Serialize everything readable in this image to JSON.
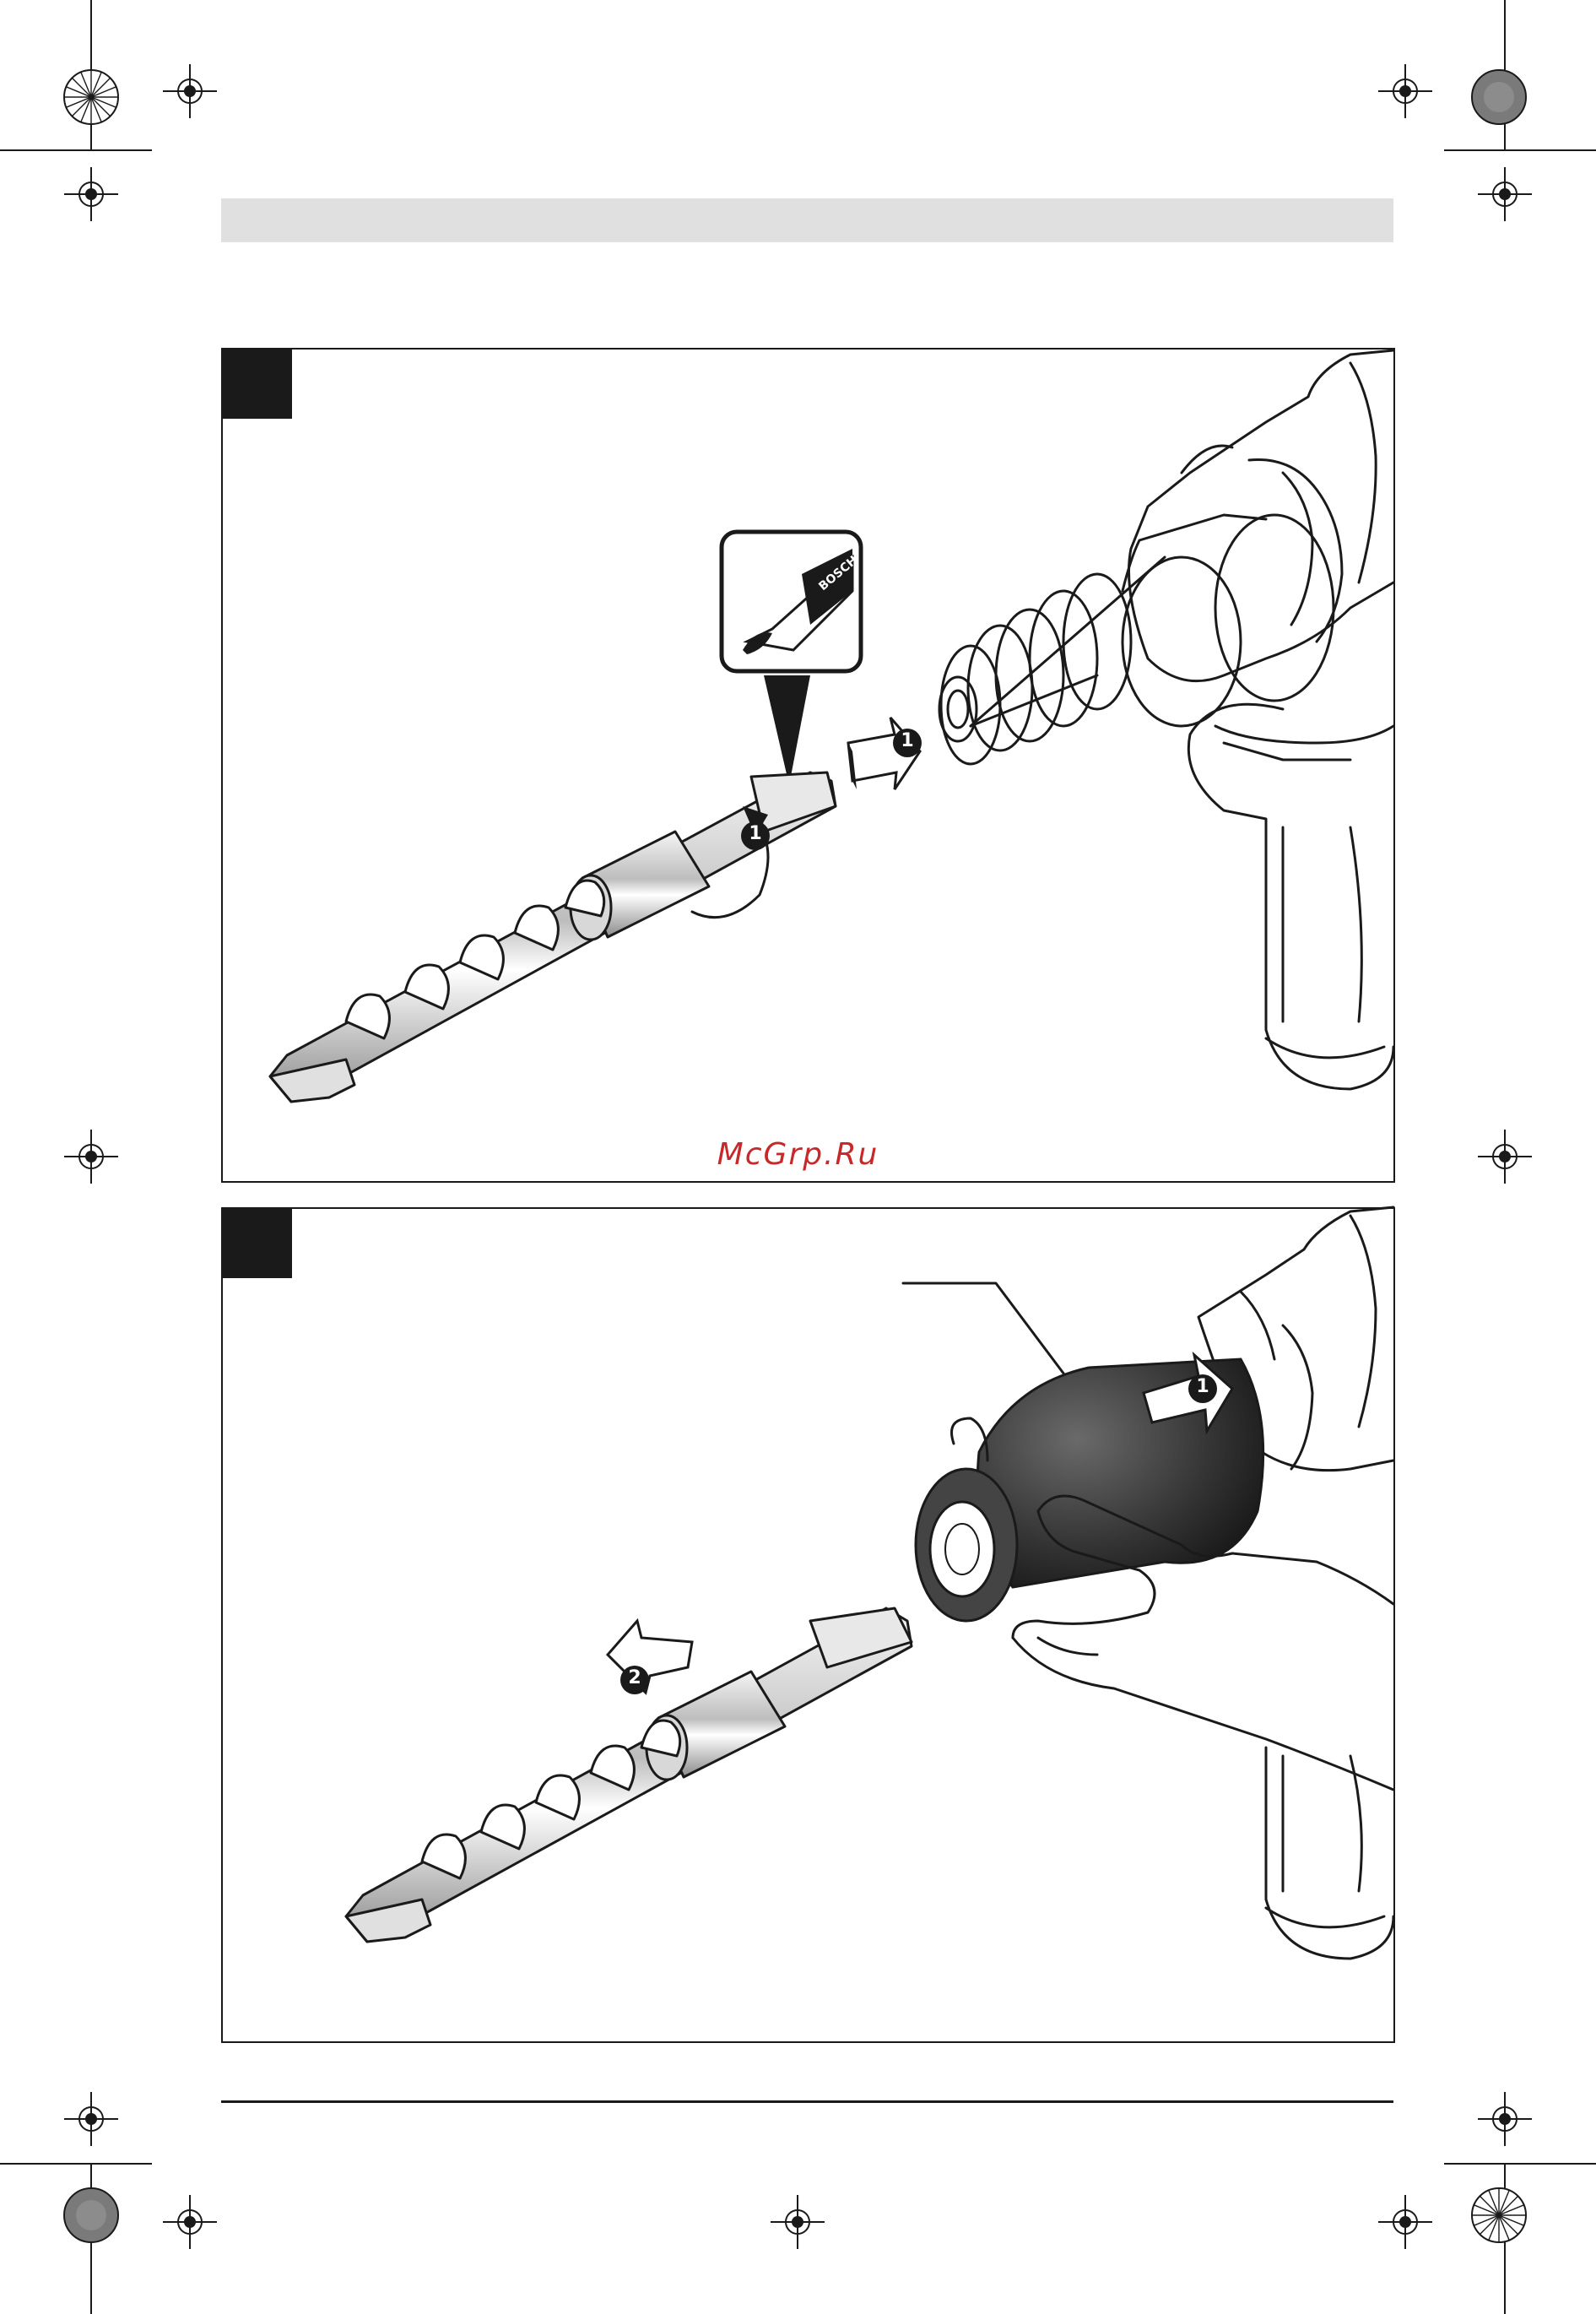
{
  "header": {
    "bar_color": "#e0e0e0"
  },
  "watermark": {
    "text": "McGrp.Ru",
    "color": "#c8282a"
  },
  "figure_1": {
    "step_insert_marker": "1",
    "step_rotate_marker": "1",
    "icons": [
      "grease-tube-icon",
      "hammer-drill-chuck",
      "sds-drill-bit"
    ]
  },
  "figure_2": {
    "step_pull_sleeve_marker": "1",
    "step_remove_bit_marker": "2",
    "icons": [
      "locking-sleeve",
      "hand",
      "sds-drill-bit"
    ]
  },
  "colors": {
    "ink": "#1a1a1a",
    "sleeve": "#3a3a3a",
    "paper": "#ffffff"
  }
}
